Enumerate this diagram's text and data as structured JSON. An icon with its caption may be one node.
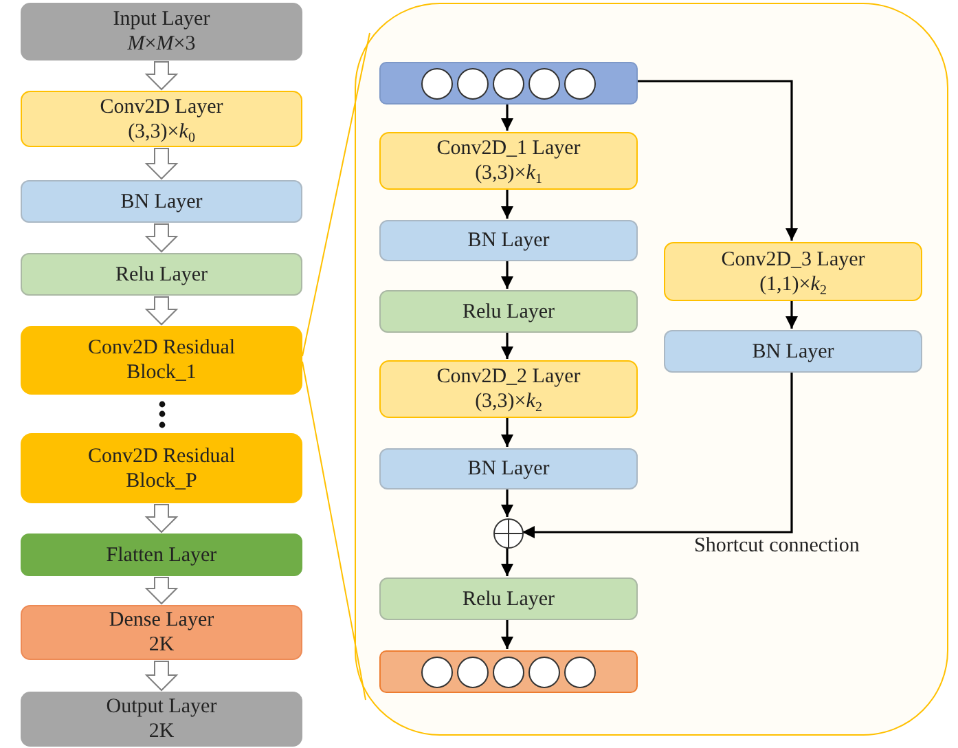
{
  "diagram": {
    "nodes": [
      {
        "text": [
          "Input Layer",
          "*M*×*M*×3"
        ]
      },
      {
        "text": [
          "Conv2D Layer",
          "(3,3)×*k*$_{0}$"
        ]
      },
      {
        "text": [
          "BN Layer"
        ]
      },
      {
        "text": [
          "Relu Layer"
        ]
      },
      {
        "text": [
          "Conv2D Residual Block_1"
        ]
      },
      {
        "text": [
          "Conv2D Residual Block_P"
        ]
      },
      {
        "text": [
          "Flatten Layer"
        ]
      },
      {
        "text": [
          "Dense Layer",
          "2K"
        ]
      },
      {
        "text": [
          "Output Layer",
          "2K"
        ]
      },
      {
        "text": [],
        "shape": "box"
      },
      {
        "text": [],
        "shape": "bar",
        "in": 9
      },
      {
        "text": [
          "Conv2D_1 Layer",
          "(3,3)×*k*$_{1}$"
        ],
        "in": 9
      },
      {
        "text": [
          "BN Layer"
        ],
        "in": 9
      },
      {
        "text": [
          "Relu Layer"
        ],
        "in": 9
      },
      {
        "text": [
          "Conv2D_2 Layer",
          "(3,3)×*k*$_{2}$"
        ],
        "in": 9
      },
      {
        "text": [
          "BN Layer"
        ],
        "in": 9
      },
      {
        "text": [
          "Conv2D_3 Layer",
          "(1,1)×*k*$_{2}$"
        ],
        "in": 9
      },
      {
        "text": [
          "BN Layer"
        ],
        "in": 9
      },
      {
        "text": [],
        "shape": "circle",
        "in": 9
      },
      {
        "text": [
          "Relu Layer"
        ],
        "in": 9
      },
      {
        "text": [],
        "shape": "bar",
        "in": 9
      }
    ],
    "edges": [
      {
        "from": 0,
        "to": 1,
        "arrow": "to",
        "style": "thick"
      },
      {
        "from": 1,
        "to": 2,
        "arrow": "to",
        "style": "thick"
      },
      {
        "from": 2,
        "to": 3,
        "arrow": "to",
        "style": "thick"
      },
      {
        "from": 3,
        "to": 4,
        "arrow": "to",
        "style": "thick"
      },
      {
        "from": 5,
        "to": 6,
        "arrow": "to",
        "style": "thick"
      },
      {
        "from": 6,
        "to": 7,
        "arrow": "to",
        "style": "thick"
      },
      {
        "from": 7,
        "to": 8,
        "arrow": "to",
        "style": "thick"
      },
      {
        "from": 4,
        "to": 9,
        "arrow": "none",
        "color": "#ffc000"
      },
      {
        "from": 4,
        "to": 9,
        "arrow": "none",
        "color": "#ffc000"
      },
      {
        "from": 10,
        "to": 11,
        "arrow": "to"
      },
      {
        "from": 11,
        "to": 12,
        "arrow": "to"
      },
      {
        "from": 12,
        "to": 13,
        "arrow": "to"
      },
      {
        "from": 13,
        "to": 14,
        "arrow": "to"
      },
      {
        "from": 14,
        "to": 15,
        "arrow": "to"
      },
      {
        "from": 15,
        "to": 18,
        "arrow": "to"
      },
      {
        "from": 18,
        "to": 19,
        "arrow": "to"
      },
      {
        "from": 19,
        "to": 20,
        "arrow": "to"
      },
      {
        "from": 10,
        "to": 16,
        "arrow": "to"
      },
      {
        "from": 16,
        "to": 17,
        "arrow": "to"
      },
      {
        "from": 17,
        "to": 18,
        "arrow": "to",
        "label": "Shortcut connection"
      }
    ]
  }
}
